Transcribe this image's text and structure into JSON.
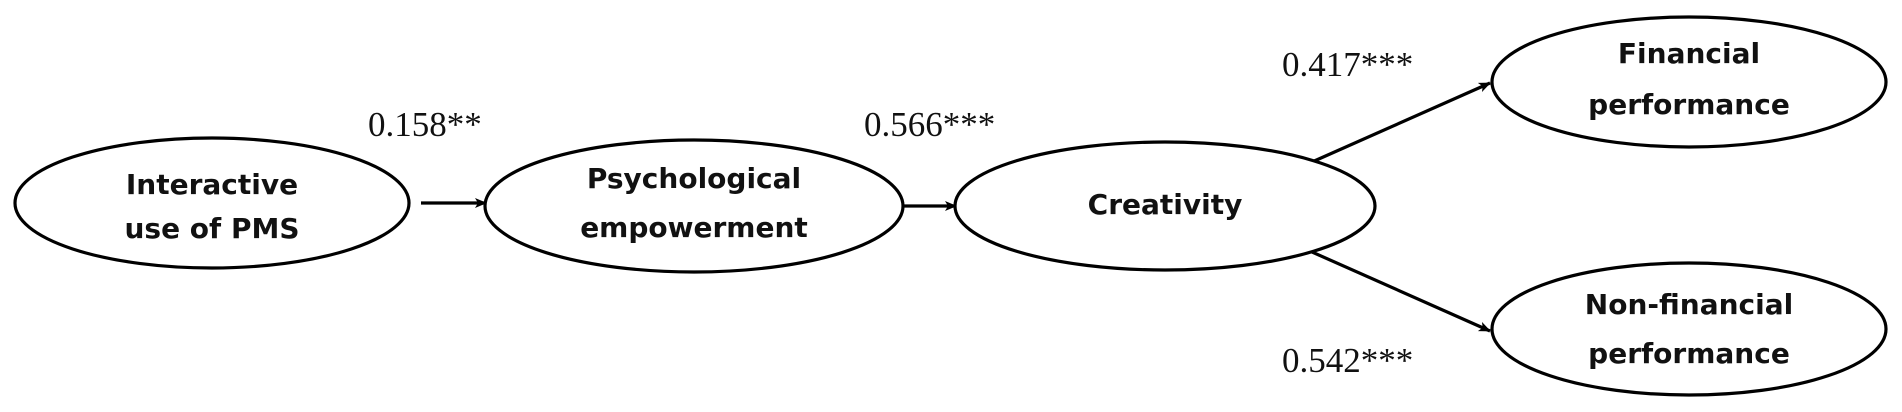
{
  "nodes": {
    "interactive_pms": {
      "lines": [
        "Interactive",
        "use of PMS"
      ]
    },
    "psych_empowerment": {
      "lines": [
        "Psychological",
        "empowerment"
      ]
    },
    "creativity": {
      "lines": [
        "Creativity"
      ]
    },
    "financial_perf": {
      "lines": [
        "Financial",
        "performance"
      ]
    },
    "nonfinancial_perf": {
      "lines": [
        "Non-financial",
        "performance"
      ]
    }
  },
  "paths": {
    "pms_to_empowerment": {
      "from": "Interactive use of PMS",
      "to": "Psychological empowerment",
      "coefficient": "0.158**"
    },
    "empowerment_to_creativity": {
      "from": "Psychological empowerment",
      "to": "Creativity",
      "coefficient": "0.566***"
    },
    "creativity_to_financial": {
      "from": "Creativity",
      "to": "Financial performance",
      "coefficient": "0.417***"
    },
    "creativity_to_nonfinancial": {
      "from": "Creativity",
      "to": "Non-financial performance",
      "coefficient": "0.542***"
    }
  },
  "colors": {
    "stroke": "#000000",
    "background": "#ffffff",
    "text": "#111111"
  }
}
